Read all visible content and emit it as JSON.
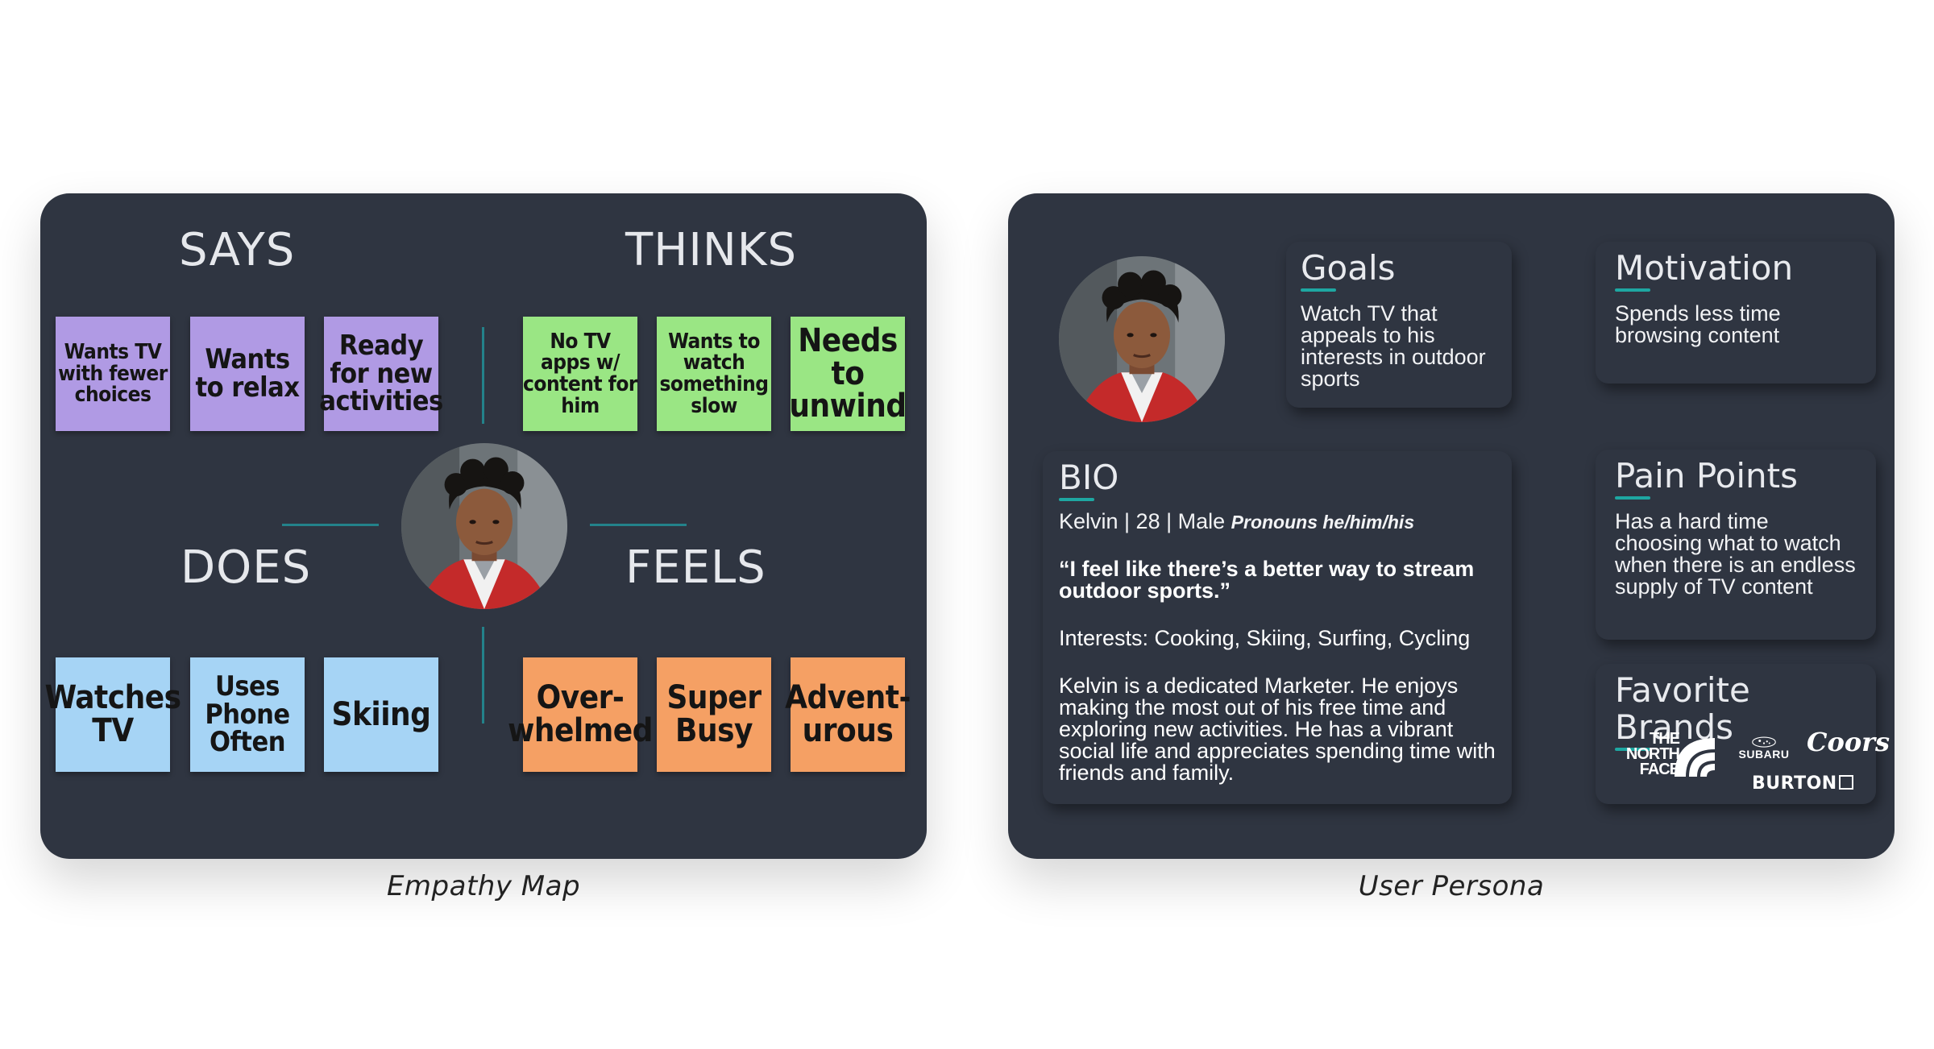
{
  "empathy_map": {
    "caption": "Empathy Map",
    "quadrants": {
      "says": "SAYS",
      "thinks": "THINKS",
      "does": "DOES",
      "feels": "FEELS"
    },
    "says_notes": [
      "Wants TV with fewer choices",
      "Wants to relax",
      "Ready for new activities"
    ],
    "thinks_notes": [
      "No TV apps w/ content for him",
      "Wants to watch something slow",
      "Needs to unwind"
    ],
    "does_notes": [
      "Watches TV",
      "Uses Phone Often",
      "Skiing"
    ],
    "feels_notes": [
      "Over-whelmed",
      "Super Busy",
      "Advent-urous"
    ],
    "note_colors": {
      "says": "#b09ae4",
      "thinks": "#9ae684",
      "does": "#a6d4f5",
      "feels": "#f5a064"
    }
  },
  "persona": {
    "caption": "User Persona",
    "goals": {
      "title": "Goals",
      "text": "Watch TV that appeals to his interests in outdoor sports"
    },
    "motivation": {
      "title": "Motivation",
      "text": "Spends less time browsing content"
    },
    "bio": {
      "title": "BIO",
      "meta": "Kelvin  | 28 | Male",
      "pronouns": "Pronouns he/him/his",
      "quote": "“I feel like there’s a better way to stream outdoor sports.”",
      "interests": "Interests: Cooking, Skiing, Surfing, Cycling",
      "description": "Kelvin is a dedicated Marketer. He enjoys making the most out of his free time and exploring new activities. He has a vibrant social life and appreciates spending time with friends and family."
    },
    "pain_points": {
      "title": "Pain Points",
      "text": "Has a hard time choosing what to watch when there is an endless supply of TV content"
    },
    "favorite_brands": {
      "title": "Favorite Brands",
      "brands": [
        "THE NORTH FACE",
        "SUBARU",
        "Coors",
        "BURTON"
      ]
    }
  },
  "colors": {
    "panel": "#2f3541",
    "accent": "#1ea7a2",
    "connector": "#23828a"
  }
}
